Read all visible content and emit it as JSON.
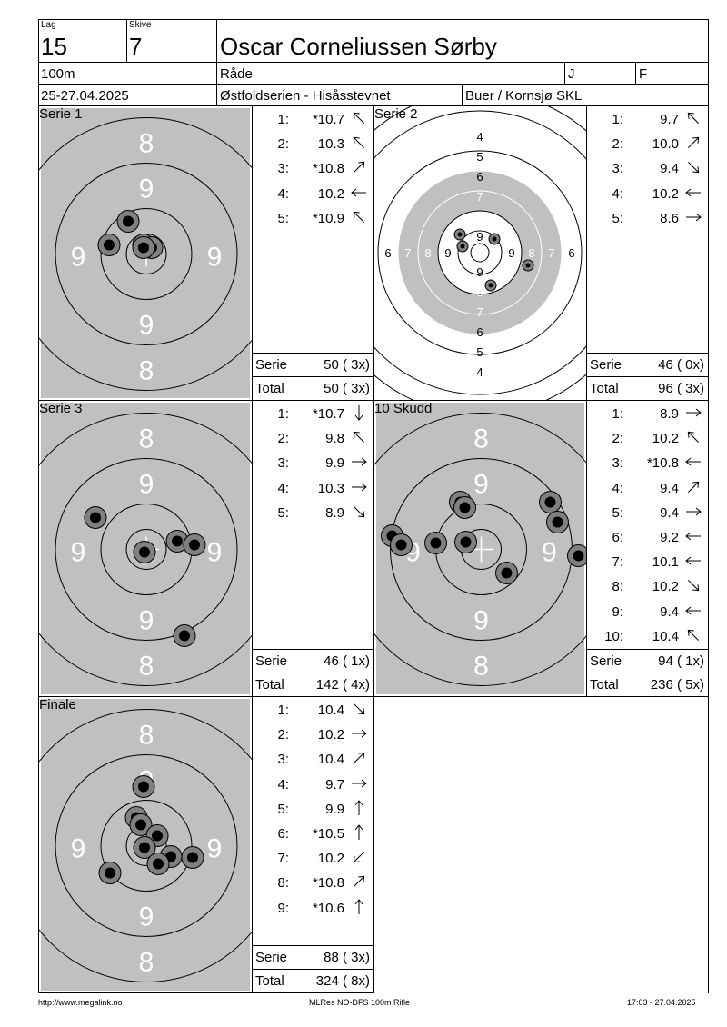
{
  "header": {
    "lag_label": "Lag",
    "lag_value": "15",
    "skive_label": "Skive",
    "skive_value": "7",
    "shooter_name": "Oscar Corneliussen Sørby",
    "distance": "100m",
    "club": "Råde",
    "class_j": "J",
    "class_f": "F",
    "date": "25-27.04.2025",
    "event": "Østfoldserien - Hisåsstevnet",
    "range": "Buer / Kornsjø SKL"
  },
  "serie_label": "Serie",
  "total_label": "Total",
  "panels": [
    {
      "title": "Serie 1",
      "target_style": "zoom",
      "shots": [
        {
          "num": "1:",
          "val": "*10.7",
          "dir": "nw"
        },
        {
          "num": "2:",
          "val": "10.3",
          "dir": "nw"
        },
        {
          "num": "3:",
          "val": "*10.8",
          "dir": "ne"
        },
        {
          "num": "4:",
          "val": "10.2",
          "dir": "w"
        },
        {
          "num": "5:",
          "val": "*10.9",
          "dir": "nw"
        }
      ],
      "serie": "50 ( 3x)",
      "total": "50 ( 3x)"
    },
    {
      "title": "Serie 2",
      "target_style": "full",
      "shots": [
        {
          "num": "1:",
          "val": "9.7",
          "dir": "nw"
        },
        {
          "num": "2:",
          "val": "10.0",
          "dir": "ne"
        },
        {
          "num": "3:",
          "val": "9.4",
          "dir": "se"
        },
        {
          "num": "4:",
          "val": "10.2",
          "dir": "w"
        },
        {
          "num": "5:",
          "val": "8.6",
          "dir": "e"
        }
      ],
      "serie": "46 ( 0x)",
      "total": "96 ( 3x)"
    },
    {
      "title": "Serie 3",
      "target_style": "zoom",
      "shots": [
        {
          "num": "1:",
          "val": "*10.7",
          "dir": "s"
        },
        {
          "num": "2:",
          "val": "9.8",
          "dir": "nw"
        },
        {
          "num": "3:",
          "val": "9.9",
          "dir": "e"
        },
        {
          "num": "4:",
          "val": "10.3",
          "dir": "e"
        },
        {
          "num": "5:",
          "val": "8.9",
          "dir": "se"
        }
      ],
      "serie": "46 ( 1x)",
      "total": "142 ( 4x)"
    },
    {
      "title": "10 Skudd",
      "target_style": "zoom",
      "shots": [
        {
          "num": "1:",
          "val": "8.9",
          "dir": "e"
        },
        {
          "num": "2:",
          "val": "10.2",
          "dir": "nw"
        },
        {
          "num": "3:",
          "val": "*10.8",
          "dir": "w"
        },
        {
          "num": "4:",
          "val": "9.4",
          "dir": "ne"
        },
        {
          "num": "5:",
          "val": "9.4",
          "dir": "e"
        },
        {
          "num": "6:",
          "val": "9.2",
          "dir": "w"
        },
        {
          "num": "7:",
          "val": "10.1",
          "dir": "w"
        },
        {
          "num": "8:",
          "val": "10.2",
          "dir": "se"
        },
        {
          "num": "9:",
          "val": "9.4",
          "dir": "w"
        },
        {
          "num": "10:",
          "val": "10.4",
          "dir": "nw"
        }
      ],
      "serie": "94 ( 1x)",
      "total": "236 ( 5x)"
    },
    {
      "title": "Finale",
      "target_style": "zoom",
      "shots": [
        {
          "num": "1:",
          "val": "10.4",
          "dir": "se"
        },
        {
          "num": "2:",
          "val": "10.2",
          "dir": "e"
        },
        {
          "num": "3:",
          "val": "10.4",
          "dir": "ne"
        },
        {
          "num": "4:",
          "val": "9.7",
          "dir": "e"
        },
        {
          "num": "5:",
          "val": "9.9",
          "dir": "n"
        },
        {
          "num": "6:",
          "val": "*10.5",
          "dir": "n"
        },
        {
          "num": "7:",
          "val": "10.2",
          "dir": "sw"
        },
        {
          "num": "8:",
          "val": "*10.8",
          "dir": "ne"
        },
        {
          "num": "9:",
          "val": "*10.6",
          "dir": "n"
        }
      ],
      "serie": "88 ( 3x)",
      "total": "324 ( 8x)"
    }
  ],
  "footer": {
    "left": "http://www.megalink.no",
    "center": "MLRes NO-DFS 100m Rifle",
    "right": "17:03 - 27.04.2025"
  },
  "colors": {
    "target_grey": "#c0c0c0",
    "shot_ring": "#808080",
    "shot_core": "#000000"
  }
}
